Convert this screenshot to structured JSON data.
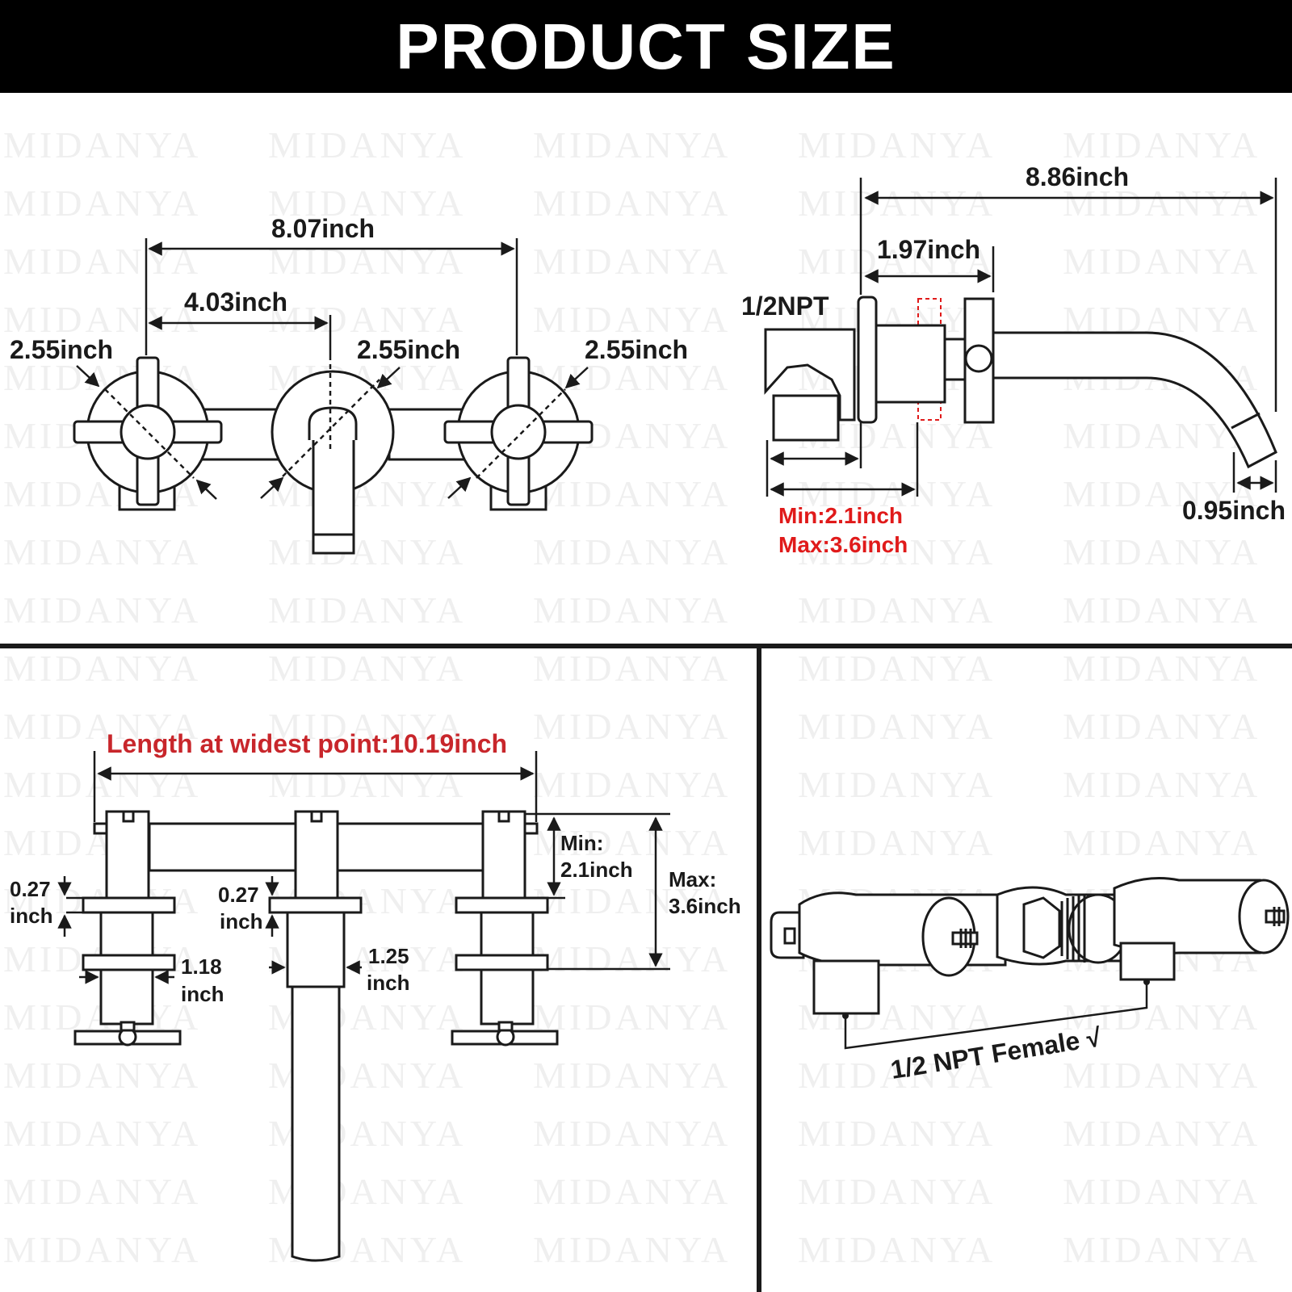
{
  "header": {
    "title": "PRODUCT SIZE"
  },
  "watermark": {
    "text": "MIDANYA"
  },
  "colors": {
    "header_bg": "#000000",
    "accent_red": "#e01a1a",
    "line": "#1a1a1a"
  },
  "front_view": {
    "total_width": "8.07inch",
    "center_spacing": "4.03inch",
    "left_handle_diameter": "2.55inch",
    "center_plate_diameter": "2.55inch",
    "right_handle_diameter": "2.55inch"
  },
  "side_view": {
    "spout_length": "8.86inch",
    "body_depth": "1.97inch",
    "thread": "1/2NPT",
    "wall_min": "Min:2.1inch",
    "wall_max": "Max:3.6inch",
    "outlet_diameter": "0.95inch"
  },
  "top_view": {
    "widest_length": "Length at widest point:10.19inch",
    "left_thickness_value": "0.27",
    "left_thickness_unit": "inch",
    "center_thickness_value": "0.27",
    "center_thickness_unit": "inch",
    "stem_value": "1.18",
    "stem_unit": "inch",
    "spout_value": "1.25",
    "spout_unit": "inch",
    "min_label": "Min:",
    "min_value": "2.1inch",
    "max_label": "Max:",
    "max_value": "3.6inch"
  },
  "valve_view": {
    "label": "1/2 NPT Female √"
  }
}
